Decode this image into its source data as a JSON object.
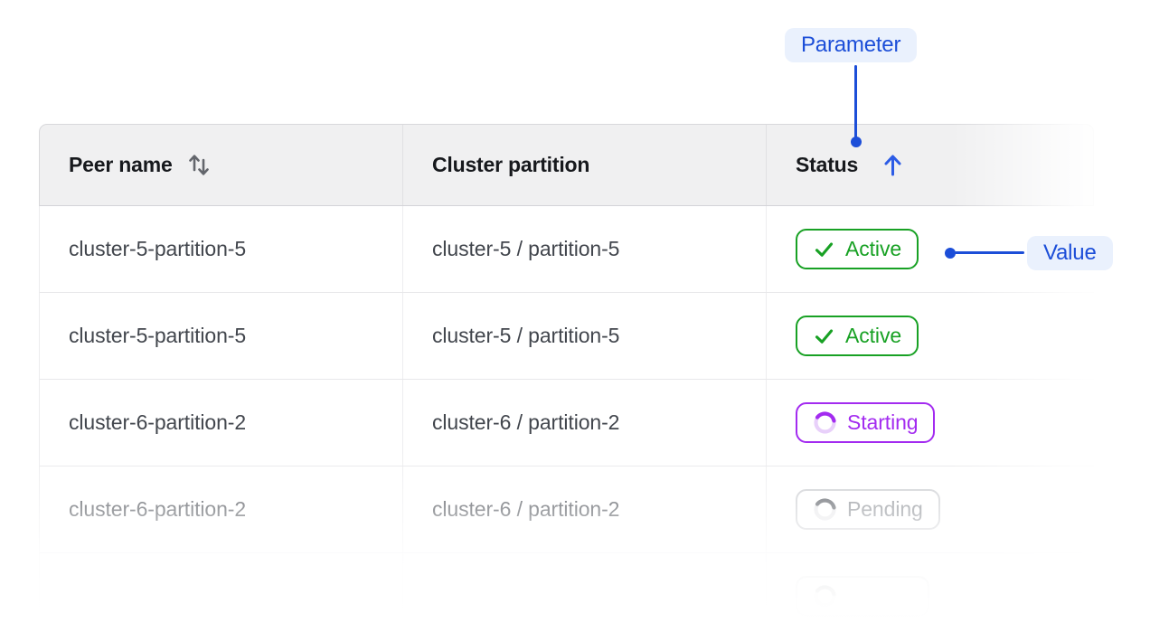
{
  "annotations": {
    "parameter": {
      "label": "Parameter"
    },
    "value": {
      "label": "Value"
    }
  },
  "table": {
    "columns": [
      {
        "label": "Peer name",
        "sort": "sortable"
      },
      {
        "label": "Cluster partition",
        "sort": "none"
      },
      {
        "label": "Status",
        "sort": "ascending"
      }
    ],
    "rows": [
      {
        "peer_name": "cluster-5-partition-5",
        "cluster_partition": "cluster-5 / partition-5",
        "status": "Active",
        "status_kind": "active"
      },
      {
        "peer_name": "cluster-5-partition-5",
        "cluster_partition": "cluster-5 / partition-5",
        "status": "Active",
        "status_kind": "active"
      },
      {
        "peer_name": "cluster-6-partition-2",
        "cluster_partition": "cluster-6 / partition-2",
        "status": "Starting",
        "status_kind": "starting"
      },
      {
        "peer_name": "cluster-6-partition-2",
        "cluster_partition": "cluster-6 / partition-2",
        "status": "Pending",
        "status_kind": "pending"
      },
      {
        "peer_name": "",
        "cluster_partition": "",
        "status": "",
        "status_kind": "pending"
      }
    ]
  },
  "colors": {
    "annotation_accent": "#1c4ed8",
    "annotation_pill_bg": "#eaf1fd",
    "header_bg": "#f0f0f1",
    "status_active": "#18a124",
    "status_starting": "#a32bf0",
    "status_pending_text": "#85898f",
    "status_pending_border": "#cbcdd1",
    "sort_arrow_blue": "#2c5ce6",
    "sort_arrow_gray": "#63666c"
  },
  "icons": {
    "peer_name_header": "sort-arrows-icon",
    "status_header": "arrow-up-icon",
    "active_badge": "check-icon",
    "starting_badge": "spinner-icon",
    "pending_badge": "spinner-icon"
  }
}
